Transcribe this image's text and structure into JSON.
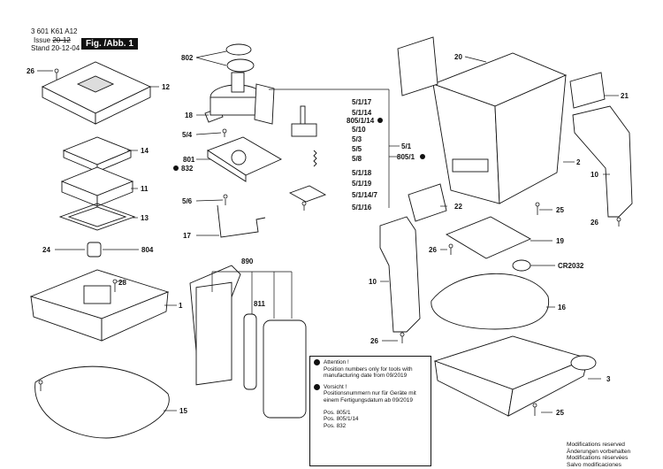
{
  "header": {
    "doc_number": "3 601 K61 A12",
    "issue_label": "Issue",
    "issue_value": "20-12",
    "stand_label": "Stand",
    "stand_value": "20-12-04",
    "figure": "Fig. /Abb. 1"
  },
  "parts": {
    "p802": "802",
    "p26a": "26",
    "p12": "12",
    "p18": "18",
    "p5_4": "5/4",
    "p801": "801",
    "p832": "832",
    "p14": "14",
    "p11": "11",
    "p13": "13",
    "p5_6": "5/6",
    "p17": "17",
    "p24": "24",
    "p804": "804",
    "p28": "28",
    "p1": "1",
    "p15": "15",
    "p890": "890",
    "p811": "811",
    "p5_1_17": "5/1/17",
    "p5_1_14": "5/1/14",
    "p805_1_14": "805/1/14",
    "p5_10": "5/10",
    "p5_3": "5/3",
    "p5_5": "5/5",
    "p5_8": "5/8",
    "p5_1_18": "5/1/18",
    "p5_1_19": "5/1/19",
    "p5_1_14_7": "5/1/14/7",
    "p5_1_16": "5/1/16",
    "p5_1": "5/1",
    "p805_1": "805/1",
    "p20": "20",
    "p21": "21",
    "p2": "2",
    "p10a": "10",
    "p26b": "26",
    "p22": "22",
    "p25a": "25",
    "p19": "19",
    "p26c": "26",
    "pCR": "CR2032",
    "p10b": "10",
    "p16": "16",
    "p26d": "26",
    "p3": "3",
    "p25b": "25"
  },
  "note": {
    "attention_title": "Attention !",
    "attention_text": "Position numbers only for tools with manufacturing date from 09/2019",
    "vorsicht_title": "Vorsicht !",
    "vorsicht_text": "Positionsnummern nur für Geräte mit einem Fertigungsdatum ab 09/2019",
    "pos1": "Pos. 805/1",
    "pos2": "Pos. 805/1/14",
    "pos3": "Pos. 832"
  },
  "modifications": [
    "Modifications reserved",
    "Änderungen vorbehalten",
    "Modifications réservées",
    "Salvo modificaciones"
  ]
}
